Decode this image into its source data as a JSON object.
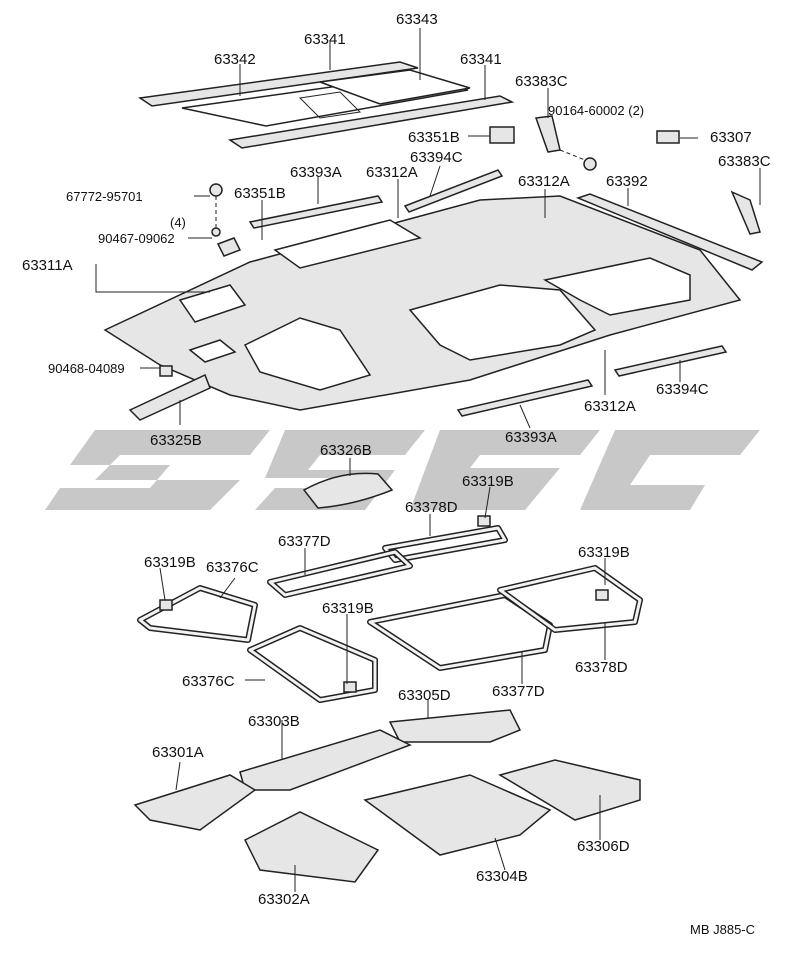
{
  "watermark": {
    "color": "#c8c8c8"
  },
  "footer": {
    "code": "MB  J885-C"
  },
  "labels": {
    "p63343": "63343",
    "p63341_top": "63341",
    "p63342": "63342",
    "p63341_right": "63341",
    "p63383C_top": "63383C",
    "p90164": "90164-60002 (2)",
    "p63351B_top": "63351B",
    "p63307": "63307",
    "p63394C_top": "63394C",
    "p63393A_top": "63393A",
    "p63312A_top": "63312A",
    "p63312A_mid": "63312A",
    "p63392": "63392",
    "p63383C_right": "63383C",
    "p67772": "67772-95701",
    "p63351B_left": "63351B",
    "p4": "(4)",
    "p90467": "90467-09062",
    "p63311A": "63311A",
    "p90468": "90468-04089",
    "p63325B": "63325B",
    "p63312A_low": "63312A",
    "p63394C_low": "63394C",
    "p63393A_low": "63393A",
    "p63326B": "63326B",
    "p63319B_a": "63319B",
    "p63378D_top": "63378D",
    "p63377D_top": "63377D",
    "p63319B_b": "63319B",
    "p63376C_top": "63376C",
    "p63319B_c": "63319B",
    "p63319B_d": "63319B",
    "p63376C_low": "63376C",
    "p63377D_low": "63377D",
    "p63378D_low": "63378D",
    "p63305D": "63305D",
    "p63303B": "63303B",
    "p63301A": "63301A",
    "p63306D": "63306D",
    "p63304B": "63304B",
    "p63302A": "63302A"
  }
}
